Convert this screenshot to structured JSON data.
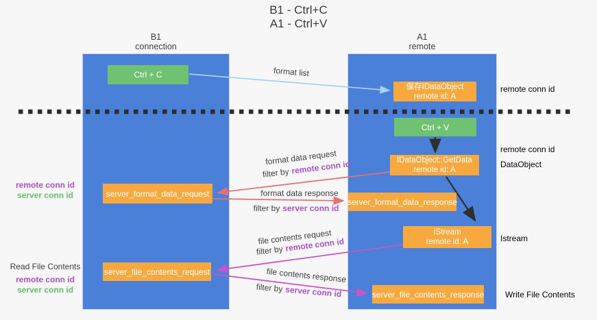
{
  "title": {
    "line1": "B1 - Ctrl+C",
    "line2": "A1 - Ctrl+V"
  },
  "lanes": {
    "b1": {
      "name": "B1",
      "subtitle": "connection"
    },
    "a1": {
      "name": "A1",
      "subtitle": "remote"
    }
  },
  "nodes": {
    "ctrl_c": {
      "label": "Ctrl + C"
    },
    "ctrl_v": {
      "label": "Ctrl + V"
    },
    "save_idataobject": {
      "line1": "保存IDataObject",
      "line2": "remote id: A"
    },
    "idataobject_getdata": {
      "line1": "IDataObject::GetData",
      "line2": "remote id: A"
    },
    "istream": {
      "line1": "IStream",
      "line2": "remote id: A"
    },
    "server_format_data_request": {
      "label": "server_format_data_request"
    },
    "server_format_data_response": {
      "label": "server_format_data_response"
    },
    "server_file_contents_request": {
      "label": "server_file_contents_request"
    },
    "server_file_contents_response": {
      "label": "server_file_contents_response"
    }
  },
  "annotations": {
    "format_list": "format list",
    "format_data_request": "format data request",
    "format_data_response": "format data response",
    "file_contents_request": "file contents request",
    "file_contents_response": "file contents response",
    "filter_by": "filter by",
    "remote_conn_id": "remote conn id",
    "server_conn_id": "server conn id"
  },
  "side_labels": {
    "left": {
      "format_remote": "remote conn id",
      "format_server": "server conn id",
      "read_file_contents": "Read File Contents",
      "file_remote": "remote conn id",
      "file_server": "server conn id"
    },
    "right": {
      "clipboard_remote": "remote conn id",
      "getdata_remote": "remote conn id",
      "dataobject": "DataObject",
      "istream": "Istream",
      "write_file_contents": "Write File Contents"
    }
  },
  "colors": {
    "lane_blue": "#4a80d8",
    "node_green": "#6fc272",
    "node_orange": "#f7a940",
    "arrow_red": "#e57070",
    "arrow_magenta": "#cc52c8",
    "arrow_light_blue": "#a5d3f2",
    "arrow_black": "#2f2f2f",
    "separator_black": "#2d2d2d",
    "text_purple": "#a94fc4",
    "text_green": "#67bd67",
    "text_dark": "#3d3d3d",
    "background": "#f7f7f8"
  }
}
